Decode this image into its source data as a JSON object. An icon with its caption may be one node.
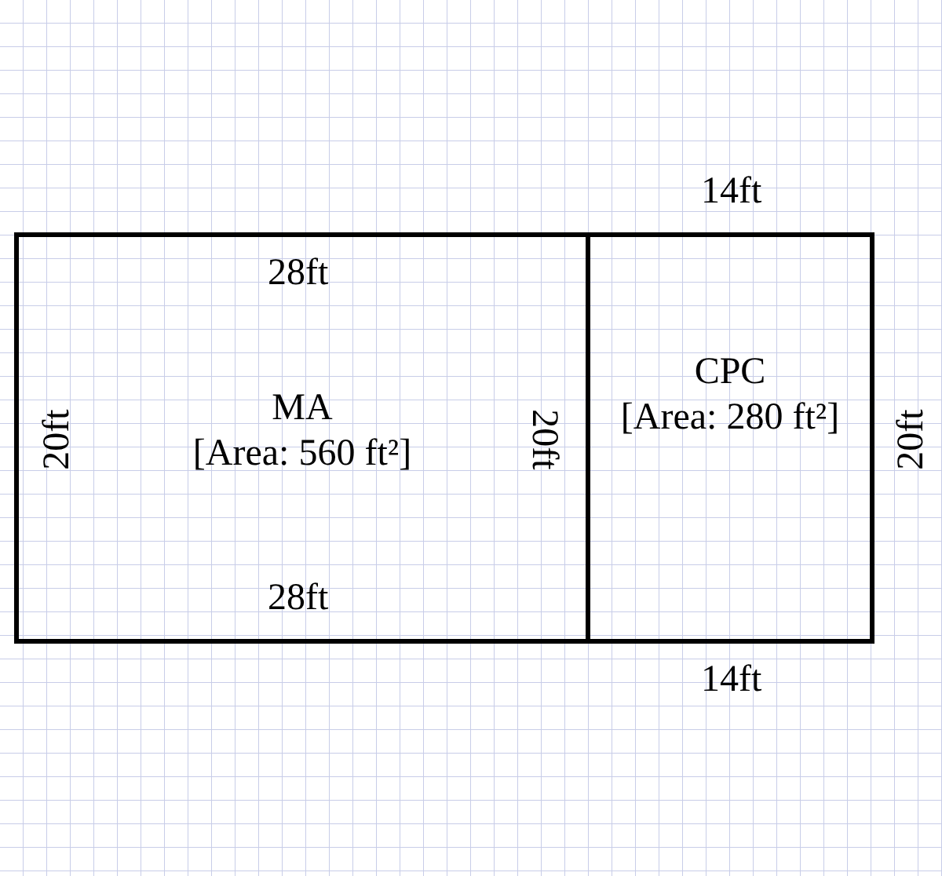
{
  "diagram": {
    "nodes": [
      {
        "text": [
          "MA",
          "[Area: 560 ft²]"
        ]
      },
      {
        "text": [
          "CPC",
          "[Area: 280 ft²]"
        ]
      }
    ],
    "edges": [],
    "labels": [
      "14ft",
      "28ft",
      "20ft",
      "20ft",
      "20ft",
      "28ft",
      "14ft"
    ]
  }
}
